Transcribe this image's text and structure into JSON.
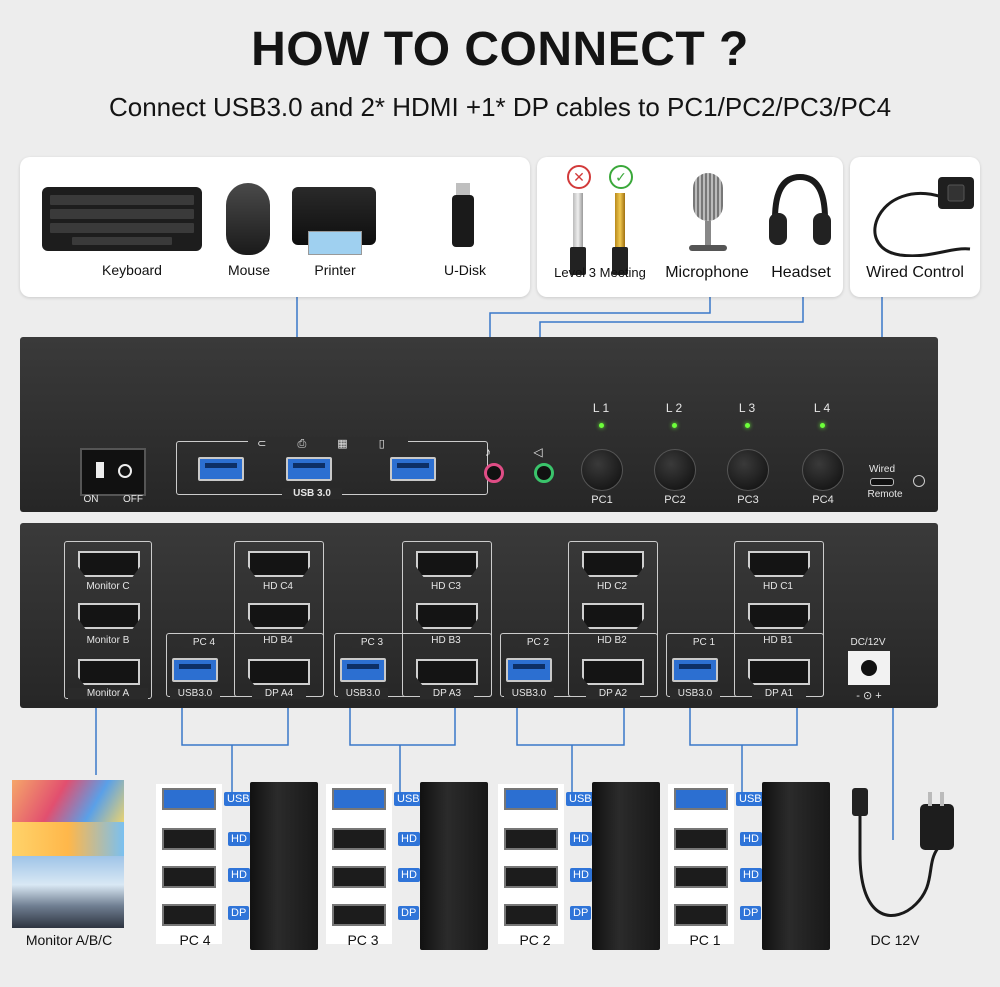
{
  "header": {
    "title": "HOW TO CONNECT ?",
    "subtitle": "Connect USB3.0 and 2* HDMI +1* DP cables to PC1/PC2/PC3/PC4"
  },
  "peripherals": {
    "keyboard": "Keyboard",
    "mouse": "Mouse",
    "printer": "Printer",
    "udisk": "U-Disk"
  },
  "audio": {
    "level3": "Level 3 Meeting",
    "microphone": "Microphone",
    "headset": "Headset"
  },
  "remote": {
    "wired_control": "Wired Control"
  },
  "front_panel": {
    "power_on": "ON",
    "power_off": "OFF",
    "usb_label": "USB 3.0",
    "leds": [
      "L 1",
      "L 2",
      "L 3",
      "L 4"
    ],
    "buttons": [
      "PC1",
      "PC2",
      "PC3",
      "PC4"
    ],
    "wired": "Wired",
    "remote": "Remote"
  },
  "back_panel": {
    "monitor_c": "Monitor C",
    "monitor_b": "Monitor B",
    "monitor_a": "Monitor A",
    "groups": [
      {
        "pc": "PC 4",
        "hdc": "HD C4",
        "hdb": "HD B4",
        "usb": "USB3.0",
        "dp": "DP A4"
      },
      {
        "pc": "PC 3",
        "hdc": "HD C3",
        "hdb": "HD B3",
        "usb": "USB3.0",
        "dp": "DP  A3"
      },
      {
        "pc": "PC 2",
        "hdc": "HD C2",
        "hdb": "HD B2",
        "usb": "USB3.0",
        "dp": "DP A2"
      },
      {
        "pc": "PC 1",
        "hdc": "HD C1",
        "hdb": "HD B1",
        "usb": "USB3.0",
        "dp": "DP  A1"
      }
    ],
    "dc_label": "DC/12V"
  },
  "bottom": {
    "monitors": "Monitor A/B/C",
    "pcs": [
      "PC 4",
      "PC 3",
      "PC 2",
      "PC 1"
    ],
    "dc": "DC 12V",
    "port_tags": {
      "usb": "USB",
      "hd": "HD",
      "dp": "DP"
    },
    "hdmi_text": "HDMI"
  },
  "colors": {
    "line": "#3a78c9",
    "accent_blue": "#2f74d8",
    "led": "#6dff3a"
  }
}
